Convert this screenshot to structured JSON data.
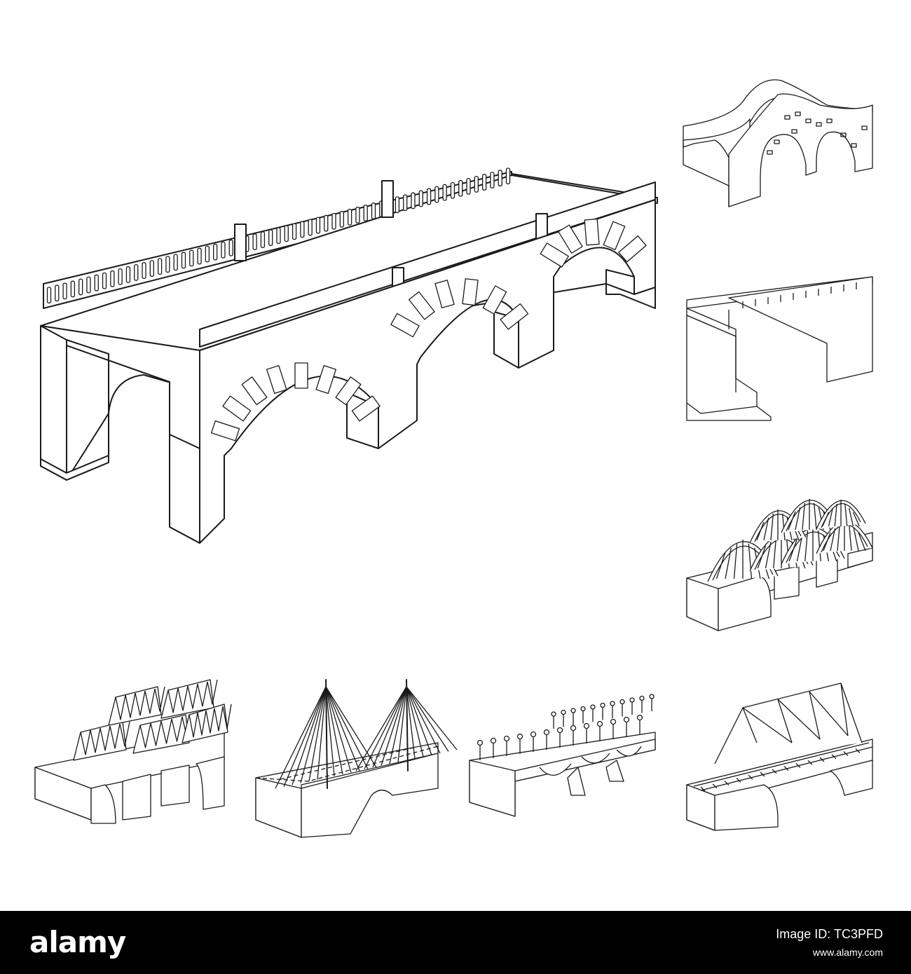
{
  "footer": {
    "logo_text": "alamy",
    "image_id_label": "Image ID: TC3PFD",
    "site": "www.alamy.com",
    "background": "#000000"
  },
  "icons": [
    "stone-arch-bridge-icon",
    "humpback-bridge-icon",
    "aqueduct-bridge-icon",
    "steel-arch-bridge-icon",
    "truss-bridge-icon",
    "cable-stayed-bridge-icon",
    "lamp-bridge-icon",
    "railway-truss-bridge-icon"
  ],
  "colors": {
    "line": "#1a1a1a",
    "background": "#ffffff"
  }
}
